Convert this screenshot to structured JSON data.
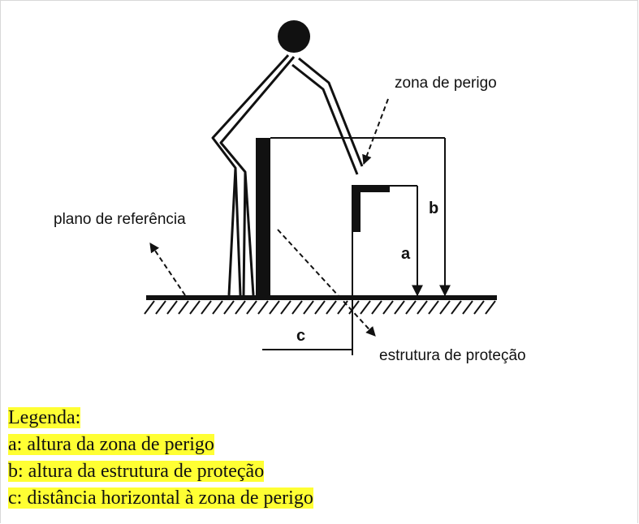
{
  "diagram": {
    "labels": {
      "danger_zone": "zona de perigo",
      "reference_plane": "plano de referência",
      "protective_structure": "estrutura de proteção",
      "a": "a",
      "b": "b",
      "c": "c"
    }
  },
  "legend": {
    "title": "Legenda:",
    "items": [
      "a: altura da zona de perigo",
      "b: altura da estrutura de proteção",
      "c: distância horizontal à zona de perigo"
    ]
  },
  "colors": {
    "highlight": "#ffff33",
    "ink": "#111111"
  }
}
